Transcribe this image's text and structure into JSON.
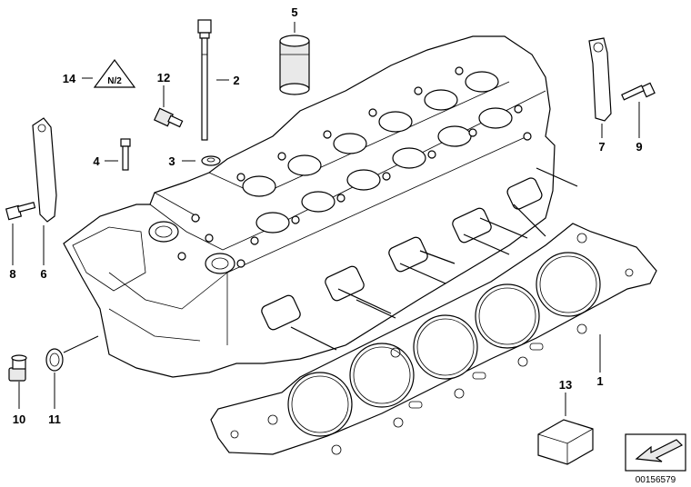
{
  "diagram": {
    "callouts": [
      {
        "id": "num-1",
        "label": "1"
      },
      {
        "id": "num-2",
        "label": "2"
      },
      {
        "id": "num-3",
        "label": "3"
      },
      {
        "id": "num-4",
        "label": "4"
      },
      {
        "id": "num-5",
        "label": "5"
      },
      {
        "id": "num-6",
        "label": "6"
      },
      {
        "id": "num-7",
        "label": "7"
      },
      {
        "id": "num-8",
        "label": "8"
      },
      {
        "id": "num-9",
        "label": "9"
      },
      {
        "id": "num-10",
        "label": "10"
      },
      {
        "id": "num-11",
        "label": "11"
      },
      {
        "id": "num-12",
        "label": "12"
      },
      {
        "id": "num-13",
        "label": "13"
      },
      {
        "id": "num-14",
        "label": "14"
      }
    ],
    "warning_badge_text": "N/2",
    "part_number": "00156579",
    "colors": {
      "line": "#000000",
      "background": "#ffffff",
      "shading": "#e9e9e9"
    }
  }
}
